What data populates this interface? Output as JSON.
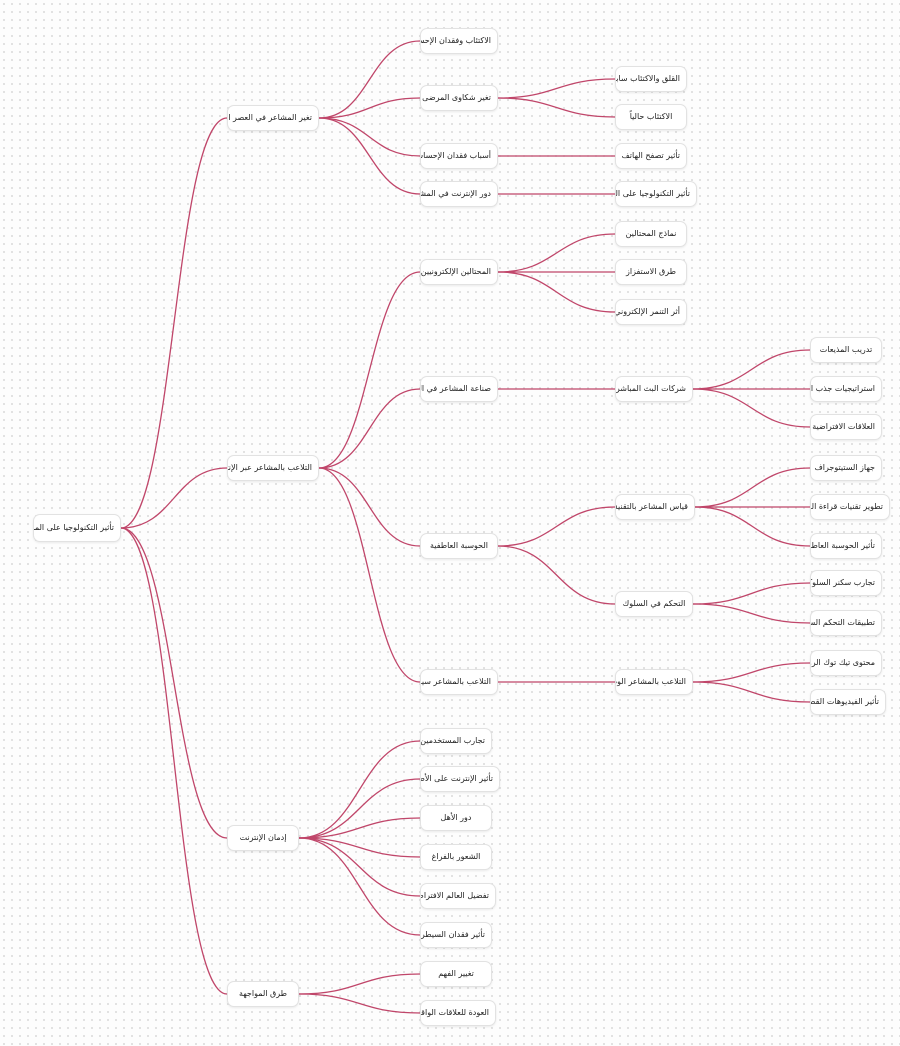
{
  "mindmap": {
    "root": "تأثير التكنولوجيا على المشاعر",
    "branch1": {
      "label": "تغير المشاعر في العصر الرقمي",
      "c1": "الاكتئاب وفقدان الإحساس",
      "c2": {
        "label": "تغير شكاوى المرضى",
        "g1": "القلق والاكتئاب سابقاً",
        "g2": "الاكتئاب حالياً"
      },
      "c3": {
        "label": "أسباب فقدان الإحساس",
        "g1": "تأثير تصفح الهاتف"
      },
      "c4": {
        "label": "دور الإنترنت في المشاعر",
        "g1": "تأثير التكنولوجيا على الدماغ"
      }
    },
    "branch2": {
      "label": "التلاعب بالمشاعر عبر الإنترنت",
      "c1": {
        "label": "المحتالين الإلكترونيين",
        "g1": "نماذج المحتالين",
        "g2": "طرق الاستفزاز",
        "g3": "أثر التنمر الإلكتروني"
      },
      "c2": {
        "label": "صناعة المشاعر في الصين",
        "g1": {
          "label": "شركات البث المباشر",
          "h1": "تدريب المذيعات",
          "h2": "استراتيجيات جذب التبرعات",
          "h3": "العلاقات الافتراضية"
        }
      },
      "c3": {
        "label": "الحوسبة العاطفية",
        "g1": {
          "label": "قياس المشاعر بالتقنية",
          "h1": "جهاز الستيتوجراف",
          "h2": "تطوير تقنيات قراءة المشاعر",
          "h3": "تأثير الحوسبة العاطفية"
        },
        "g2": {
          "label": "التحكم في السلوك",
          "h1": "تجارب سكنر السلوكية",
          "h2": "تطبيقات التحكم السلوكي"
        }
      },
      "c4": {
        "label": "التلاعب بالمشاعر سياسياً",
        "g1": {
          "label": "التلاعب بالمشاعر الوطنية",
          "h1": "محتوى تيك توك الروسي",
          "h2": "تأثير الفيديوهات القصيرة"
        }
      }
    },
    "branch3": {
      "label": "إدمان الإنترنت",
      "c1": "تجارب المستخدمين",
      "c2": "تأثير الإنترنت على الأطفال",
      "c3": "دور الأهل",
      "c4": "الشعور بالفراغ",
      "c5": "تفضيل العالم الافتراضي",
      "c6": "تأثير فقدان السيطرة"
    },
    "branch4": {
      "label": "طرق المواجهة",
      "c1": "تغيير الفهم",
      "c2": "العودة للعلاقات الواقعية"
    },
    "colors": {
      "edge": "#c0466a",
      "node_border": "#e2e2e2",
      "node_fill": "#ffffff"
    }
  }
}
